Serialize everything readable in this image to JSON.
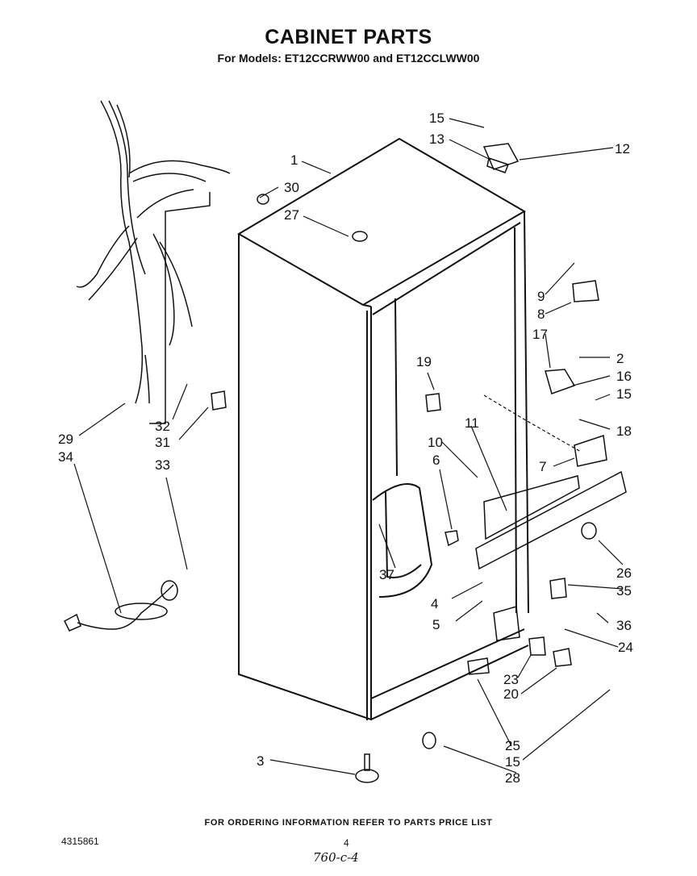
{
  "header": {
    "title": "CABINET PARTS",
    "subtitle": "For Models: ET12CCRWW00 and ET12CCLWW00"
  },
  "footer": {
    "ordering_note": "FOR ORDERING INFORMATION REFER TO PARTS PRICE LIST",
    "document_number": "4315861",
    "page_number": "4",
    "handwritten_note": "760-c-4"
  },
  "callouts": [
    "1",
    "2",
    "3",
    "4",
    "5",
    "6",
    "7",
    "8",
    "9",
    "10",
    "11",
    "12",
    "13",
    "15",
    "16",
    "17",
    "18",
    "19",
    "20",
    "23",
    "24",
    "25",
    "26",
    "27",
    "28",
    "29",
    "30",
    "31",
    "32",
    "33",
    "34",
    "35",
    "36",
    "37"
  ],
  "callouts_repeated": [
    "15",
    "15",
    "15"
  ],
  "colors": {
    "ink": "#111111",
    "paper": "#ffffff"
  }
}
